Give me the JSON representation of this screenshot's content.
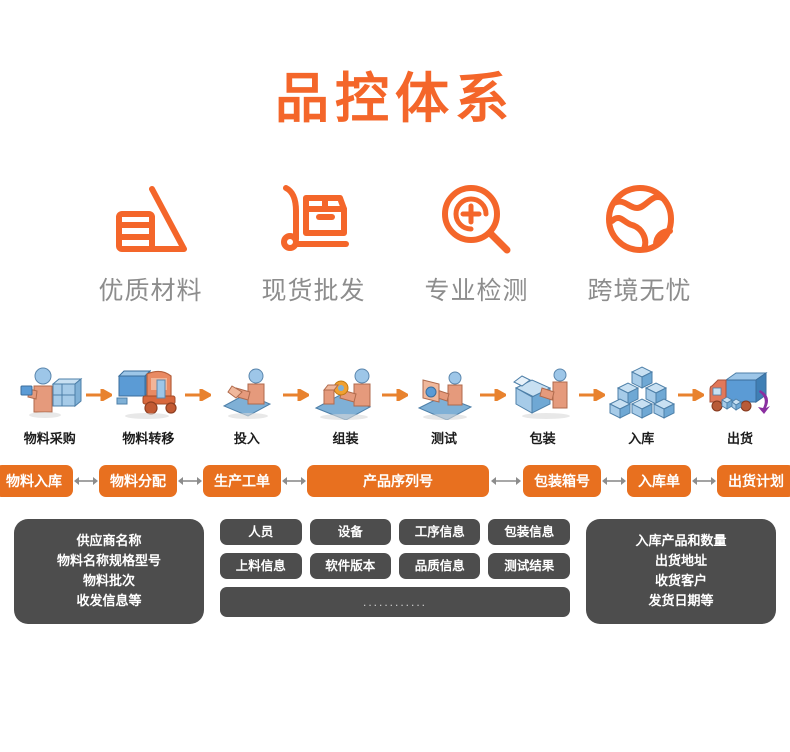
{
  "title": "品控体系",
  "colors": {
    "accent_orange": "#e8701f",
    "title_orange": "#f4662a",
    "feature_label_gray": "#8d8d8d",
    "dark_panel": "#4d4d4d",
    "arrow_gray": "#8c8c8c"
  },
  "features": [
    {
      "icon": "quality-material-icon",
      "label": "优质材料"
    },
    {
      "icon": "hand-truck-box-icon",
      "label": "现货批发"
    },
    {
      "icon": "magnifier-plus-icon",
      "label": "专业检测"
    },
    {
      "icon": "globe-icon",
      "label": "跨境无忧"
    }
  ],
  "flow": {
    "steps": [
      {
        "art": "worker-scanning-materials-art",
        "label": "物料采购"
      },
      {
        "art": "forklift-art",
        "label": "物料转移"
      },
      {
        "art": "worker-feeding-art",
        "label": "投入"
      },
      {
        "art": "assembly-line-art",
        "label": "组装"
      },
      {
        "art": "testing-station-art",
        "label": "测试"
      },
      {
        "art": "packing-box-art",
        "label": "包装"
      },
      {
        "art": "stacked-boxes-art",
        "label": "入库"
      },
      {
        "art": "delivery-truck-art",
        "label": "出货"
      }
    ]
  },
  "tag_chain": [
    {
      "label": "物料入库",
      "wide": false
    },
    {
      "label": "物料分配",
      "wide": false
    },
    {
      "label": "生产工单",
      "wide": false
    },
    {
      "label": "产品序列号",
      "wide": true
    },
    {
      "label": "包装箱号",
      "wide": false
    },
    {
      "label": "入库单",
      "wide": false
    },
    {
      "label": "出货计划",
      "wide": false
    }
  ],
  "details": {
    "left_panel": [
      "供应商名称",
      "物料名称规格型号",
      "物料批次",
      "收发信息等"
    ],
    "middle_tags": [
      "人员",
      "设备",
      "工序信息",
      "包装信息",
      "上料信息",
      "软件版本",
      "品质信息",
      "测试结果"
    ],
    "middle_bar": "............",
    "right_panel": [
      "入库产品和数量",
      "出货地址",
      "收货客户",
      "发货日期等"
    ]
  }
}
